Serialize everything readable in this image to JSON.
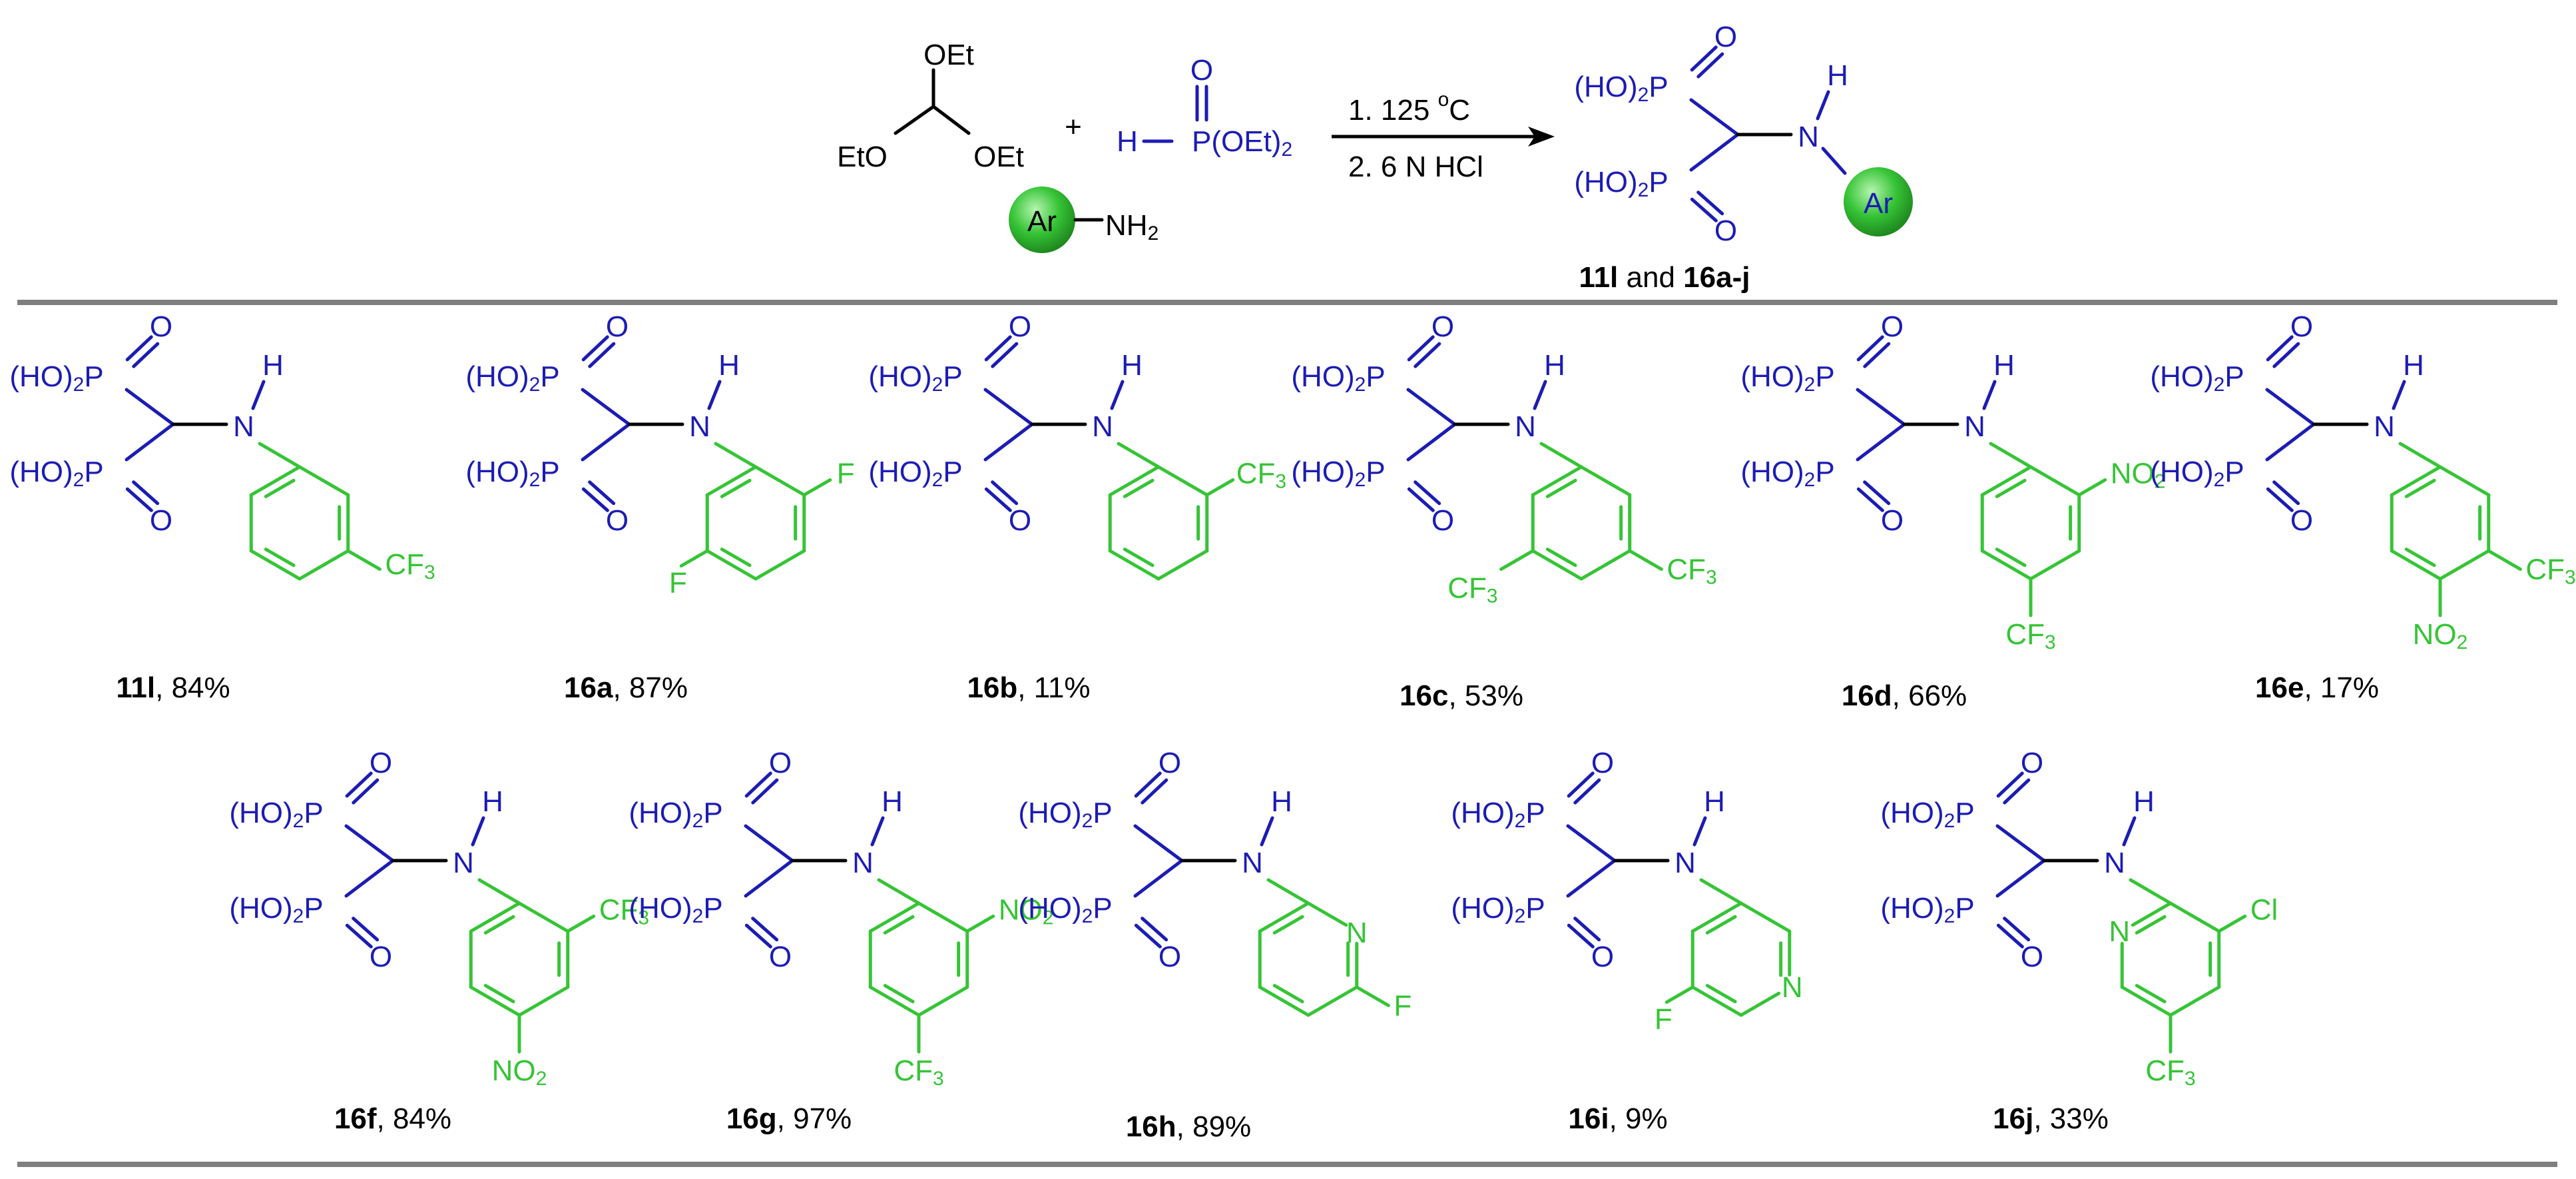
{
  "colors": {
    "reagent_blue": "#1c1cb4",
    "aryl_green": "#36c436",
    "text_black": "#000000",
    "rule_gray": "#7f7f7f"
  },
  "reaction": {
    "orthoformate": {
      "oet_top": "OEt",
      "eto": "EtO",
      "oet_right": "OEt"
    },
    "plus": "+",
    "phosphite": {
      "h": "H",
      "p": "P",
      "o": "O",
      "oet2": "(OEt)",
      "sub": "2"
    },
    "amine": {
      "ar": "Ar",
      "nh": "NH",
      "sub": "2"
    },
    "conditions": {
      "step1": "1. 125 ",
      "step1_sup": "o",
      "step1_unit": "C",
      "step2": "2. 6 N HCl"
    },
    "product_label": {
      "a": "11l",
      "mid": " and ",
      "b": "16a-j"
    }
  },
  "common": {
    "ho": "(HO)",
    "sub2": "2",
    "p": "P",
    "o": "O",
    "n": "N",
    "h": "H",
    "ar": "Ar"
  },
  "substituents": {
    "cf3": "CF",
    "sub3": "3",
    "no2": "NO",
    "f": "F",
    "cl": "Cl",
    "pyn": "N"
  },
  "compounds": [
    {
      "id": "11l",
      "yield": ", 84%"
    },
    {
      "id": "16a",
      "yield": ", 87%"
    },
    {
      "id": "16b",
      "yield": ", 11%"
    },
    {
      "id": "16c",
      "yield": ", 53%"
    },
    {
      "id": "16d",
      "yield": ", 66%"
    },
    {
      "id": "16e",
      "yield": ", 17%"
    },
    {
      "id": "16f",
      "yield": ", 84%"
    },
    {
      "id": "16g",
      "yield": ", 97%"
    },
    {
      "id": "16h",
      "yield": ", 89%"
    },
    {
      "id": "16i",
      "yield": ", 9%"
    },
    {
      "id": "16j",
      "yield": ", 33%"
    }
  ]
}
